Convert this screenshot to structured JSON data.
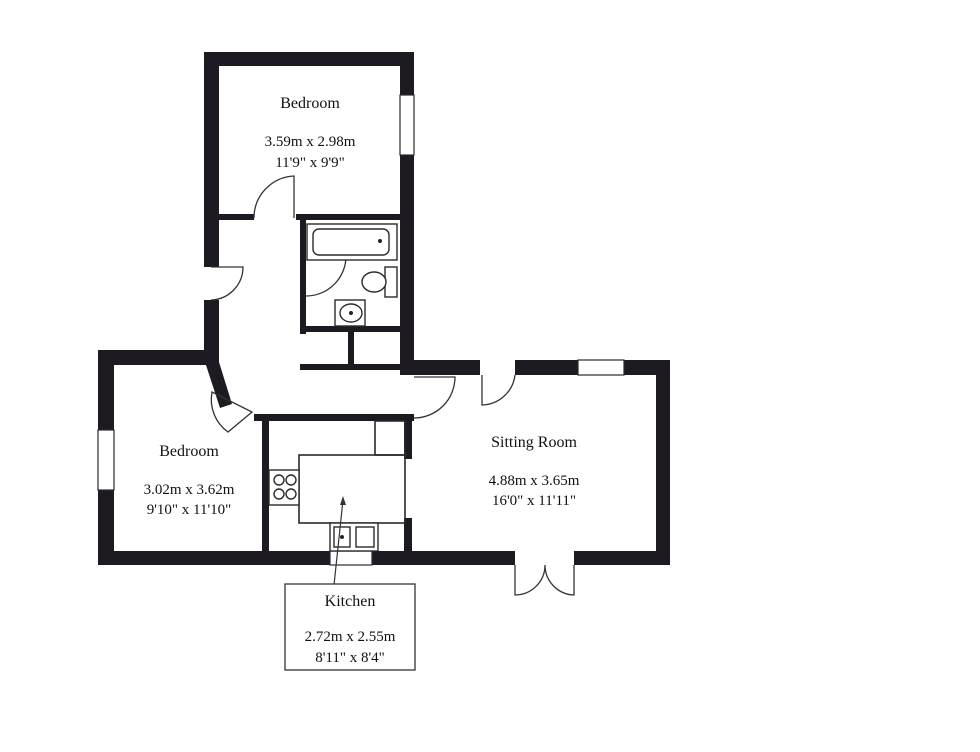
{
  "rooms": [
    {
      "name": "Bedroom",
      "metric": "3.59m  x  2.98m",
      "imperial": "11'9\"  x  9'9\""
    },
    {
      "name": "Bedroom",
      "metric": "3.02m  x  3.62m",
      "imperial": "9'10\"  x  11'10\""
    },
    {
      "name": "Sitting Room",
      "metric": "4.88m  x  3.65m",
      "imperial": "16'0\"  x  11'11\""
    },
    {
      "name": "Kitchen",
      "metric": "2.72m  x  2.55m",
      "imperial": "8'11\"  x  8'4\""
    }
  ]
}
